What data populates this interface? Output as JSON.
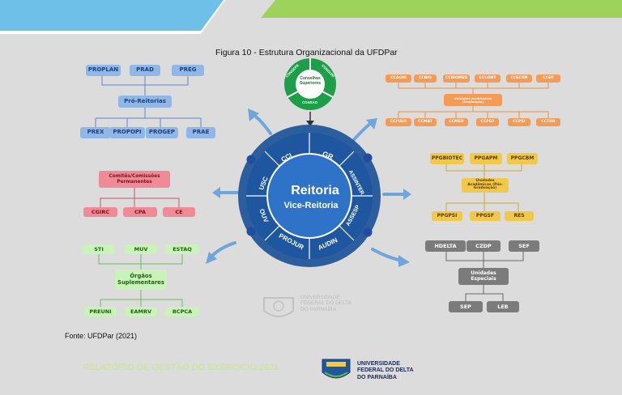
{
  "figure_title": "Figura 10 - Estrutura Organizacional da UFDPar",
  "source": "Fonte: UFDPar (2021)",
  "footer_report": "RELATÓRIO DE GESTÃO DO EXERCÍCIO 2021",
  "university": {
    "line1": "UNIVERSIDADE",
    "line2": "FEDERAL DO DELTA",
    "line3": "DO PARNAÍBA"
  },
  "watermark": {
    "line1": "UNIVERSIDADE",
    "line2": "FEDERAL DO DELTA",
    "line3": "DO PARNAÍBA"
  },
  "conselhos": {
    "center": "Conselhos Superiores",
    "top_left": "CONSEPE",
    "top_right": "CONSUNI",
    "bottom": "CONSAD"
  },
  "center": {
    "title": "Reitoria",
    "subtitle": "Vice-Reitoria"
  },
  "ring": [
    "CCI",
    "GR",
    "ASSINTER",
    "ASSESP",
    "AUDIN",
    "PROJUR",
    "OUV",
    "USC"
  ],
  "pro_reitorias": {
    "label": "Pró-Reitorias",
    "top": [
      "PROPLAN",
      "PRAD",
      "PREG"
    ],
    "bottom": [
      "PREX",
      "PROPOPI",
      "PROGEP",
      "PRAE"
    ]
  },
  "comites": {
    "label": "Comitês/Comissões Permanentes",
    "items": [
      "CGIRC",
      "CPA",
      "CE"
    ]
  },
  "orgaos": {
    "label": "Órgãos Suplementares",
    "top": [
      "STI",
      "MUV",
      "ESTAQ"
    ],
    "bottom": [
      "PREUNI",
      "EAMRV",
      "BCPCA"
    ]
  },
  "grad": {
    "label": "Unidades Acadêmicas (Graduação)",
    "top": [
      "CCAGNI",
      "CCBIO",
      "CCBIOMED",
      "CCCONT",
      "CCECON",
      "CCEP"
    ],
    "bottom": [
      "CCFISIO",
      "CCMAT",
      "CCMED",
      "CCPED",
      "CCPSI",
      "CCTUR"
    ]
  },
  "pos": {
    "label": "Unidades Acadêmicas (Pós-Graduação)",
    "top": [
      "PPGBIOTEC",
      "PPGAPM",
      "PPGCBM"
    ],
    "bottom": [
      "PPGPSI",
      "PPGSF",
      "RES"
    ]
  },
  "especiais": {
    "label": "Unidades Especiais",
    "top": [
      "HDELTA",
      "CZDP",
      "SEF"
    ],
    "bottom": [
      "SEP",
      "LEB"
    ]
  },
  "colors": {
    "blue": "#8fb8e8",
    "blue_text": "#1f3e78",
    "pink": "#f08a96",
    "pink_text": "#7a1020",
    "green_box": "#c9f3b8",
    "green_text": "#1f5f14",
    "orange": "#f79a55",
    "yellow": "#f2c84a",
    "gray": "#7b7b7b",
    "ring": "#1f56a0",
    "core": "#2e73c8"
  }
}
